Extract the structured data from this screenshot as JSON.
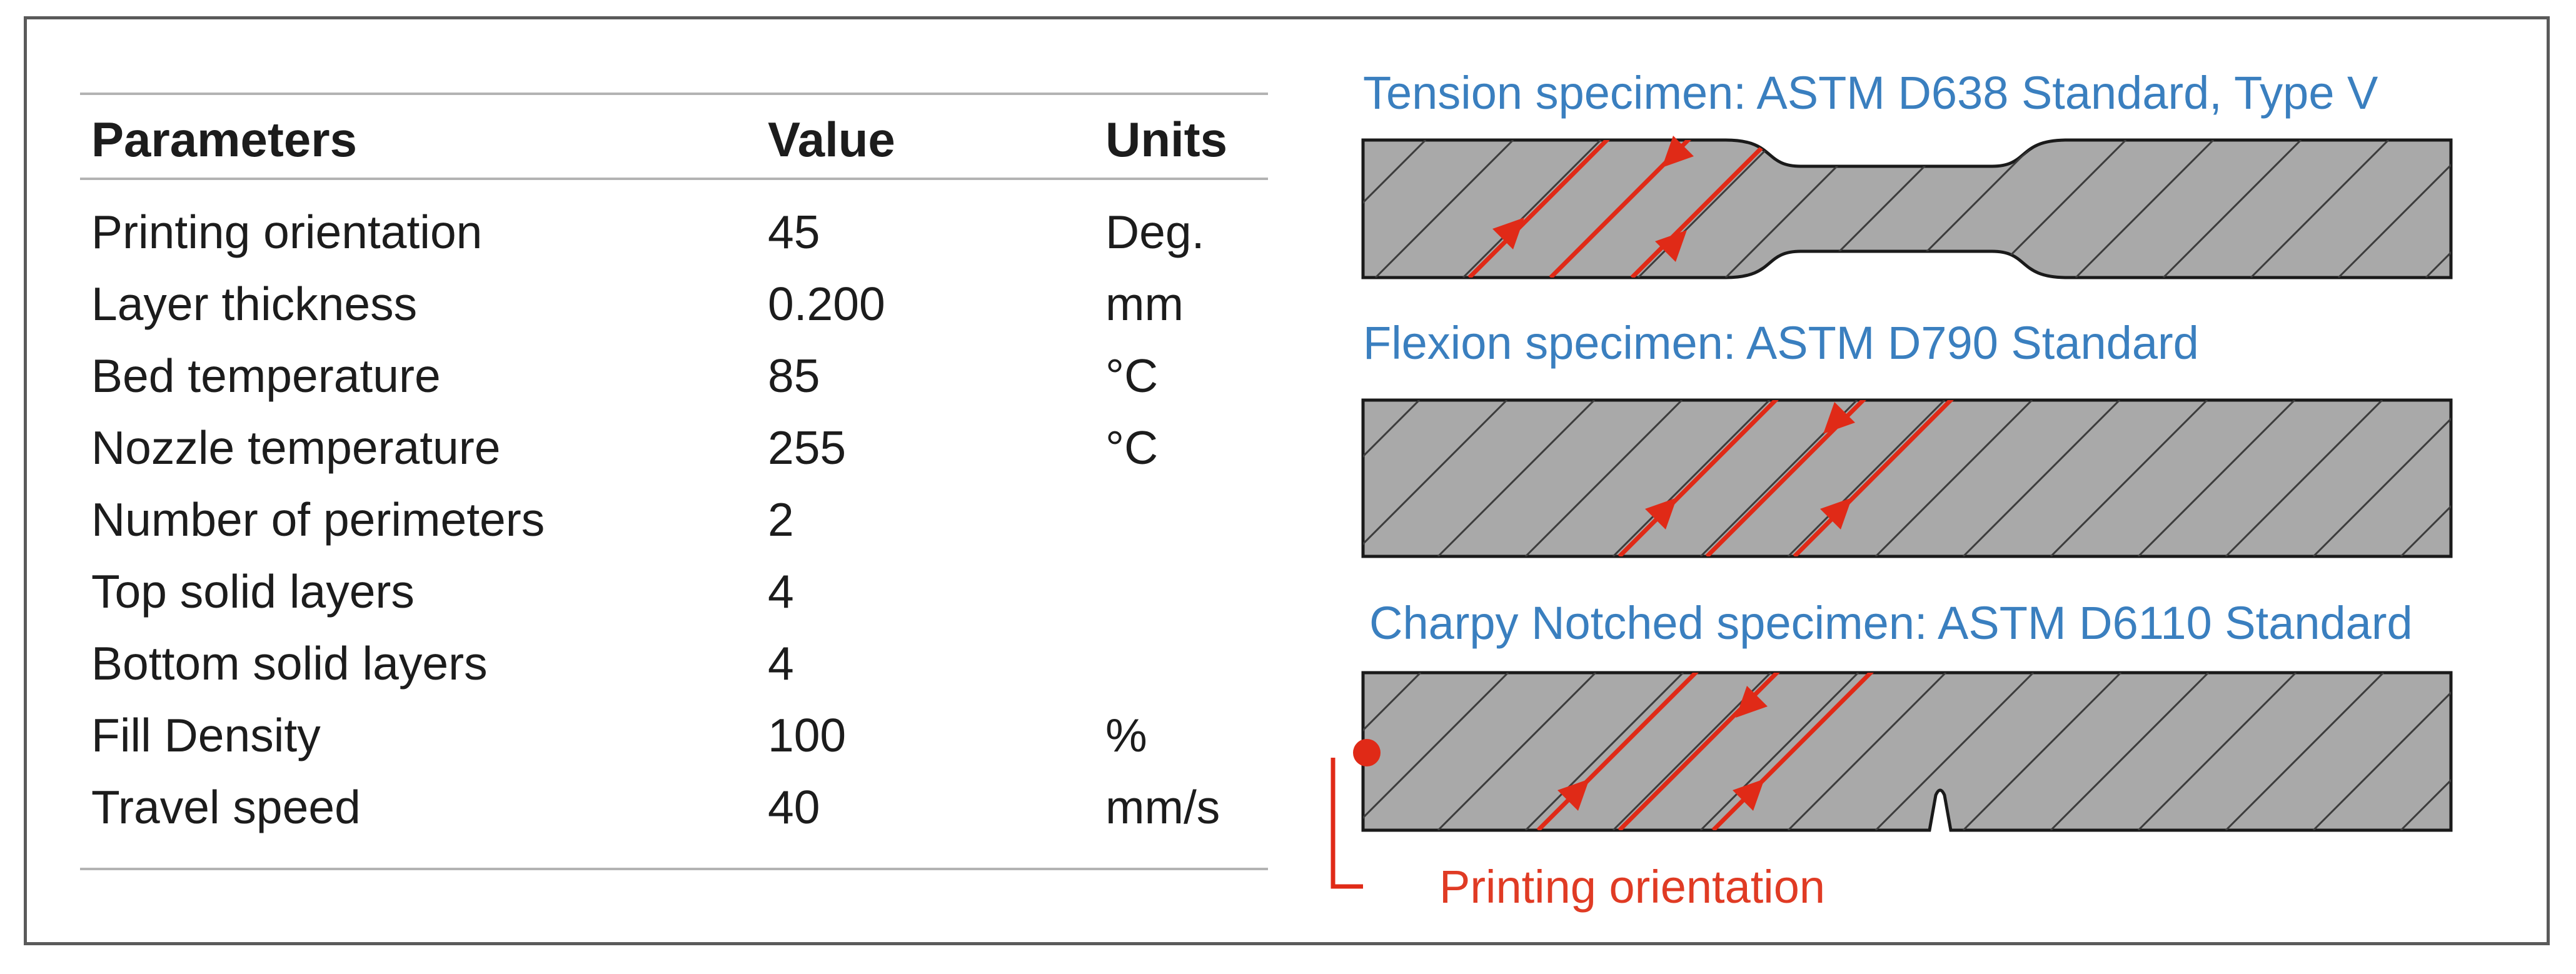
{
  "table": {
    "headers": {
      "parameter": "Parameters",
      "value": "Value",
      "units": "Units"
    },
    "rows": [
      {
        "parameter": "Printing orientation",
        "value": "45",
        "units": "Deg."
      },
      {
        "parameter": "Layer thickness",
        "value": "0.200",
        "units": "mm"
      },
      {
        "parameter": "Bed temperature",
        "value": "85",
        "units": "°C"
      },
      {
        "parameter": "Nozzle temperature",
        "value": "255",
        "units": "°C"
      },
      {
        "parameter": "Number of perimeters",
        "value": "2",
        "units": ""
      },
      {
        "parameter": "Top solid layers",
        "value": "4",
        "units": ""
      },
      {
        "parameter": "Bottom solid layers",
        "value": "4",
        "units": ""
      },
      {
        "parameter": "Fill Density",
        "value": "100",
        "units": "%"
      },
      {
        "parameter": "Travel speed",
        "value": "40",
        "units": "mm/s"
      }
    ]
  },
  "specimens": {
    "tension_title": "Tension specimen: ASTM D638 Standard, Type V",
    "flexion_title": "Flexion specimen: ASTM D790 Standard",
    "charpy_title": "Charpy Notched specimen: ASTM D6110 Standard",
    "orientation_label": "Printing orientation"
  },
  "colors": {
    "specimen_fill": "#a9a9a9",
    "hatch": "#3c3c3c",
    "orientation_arrow": "#e02a17",
    "title_text": "#3a7fbf",
    "frame": "#5a5a5a"
  }
}
